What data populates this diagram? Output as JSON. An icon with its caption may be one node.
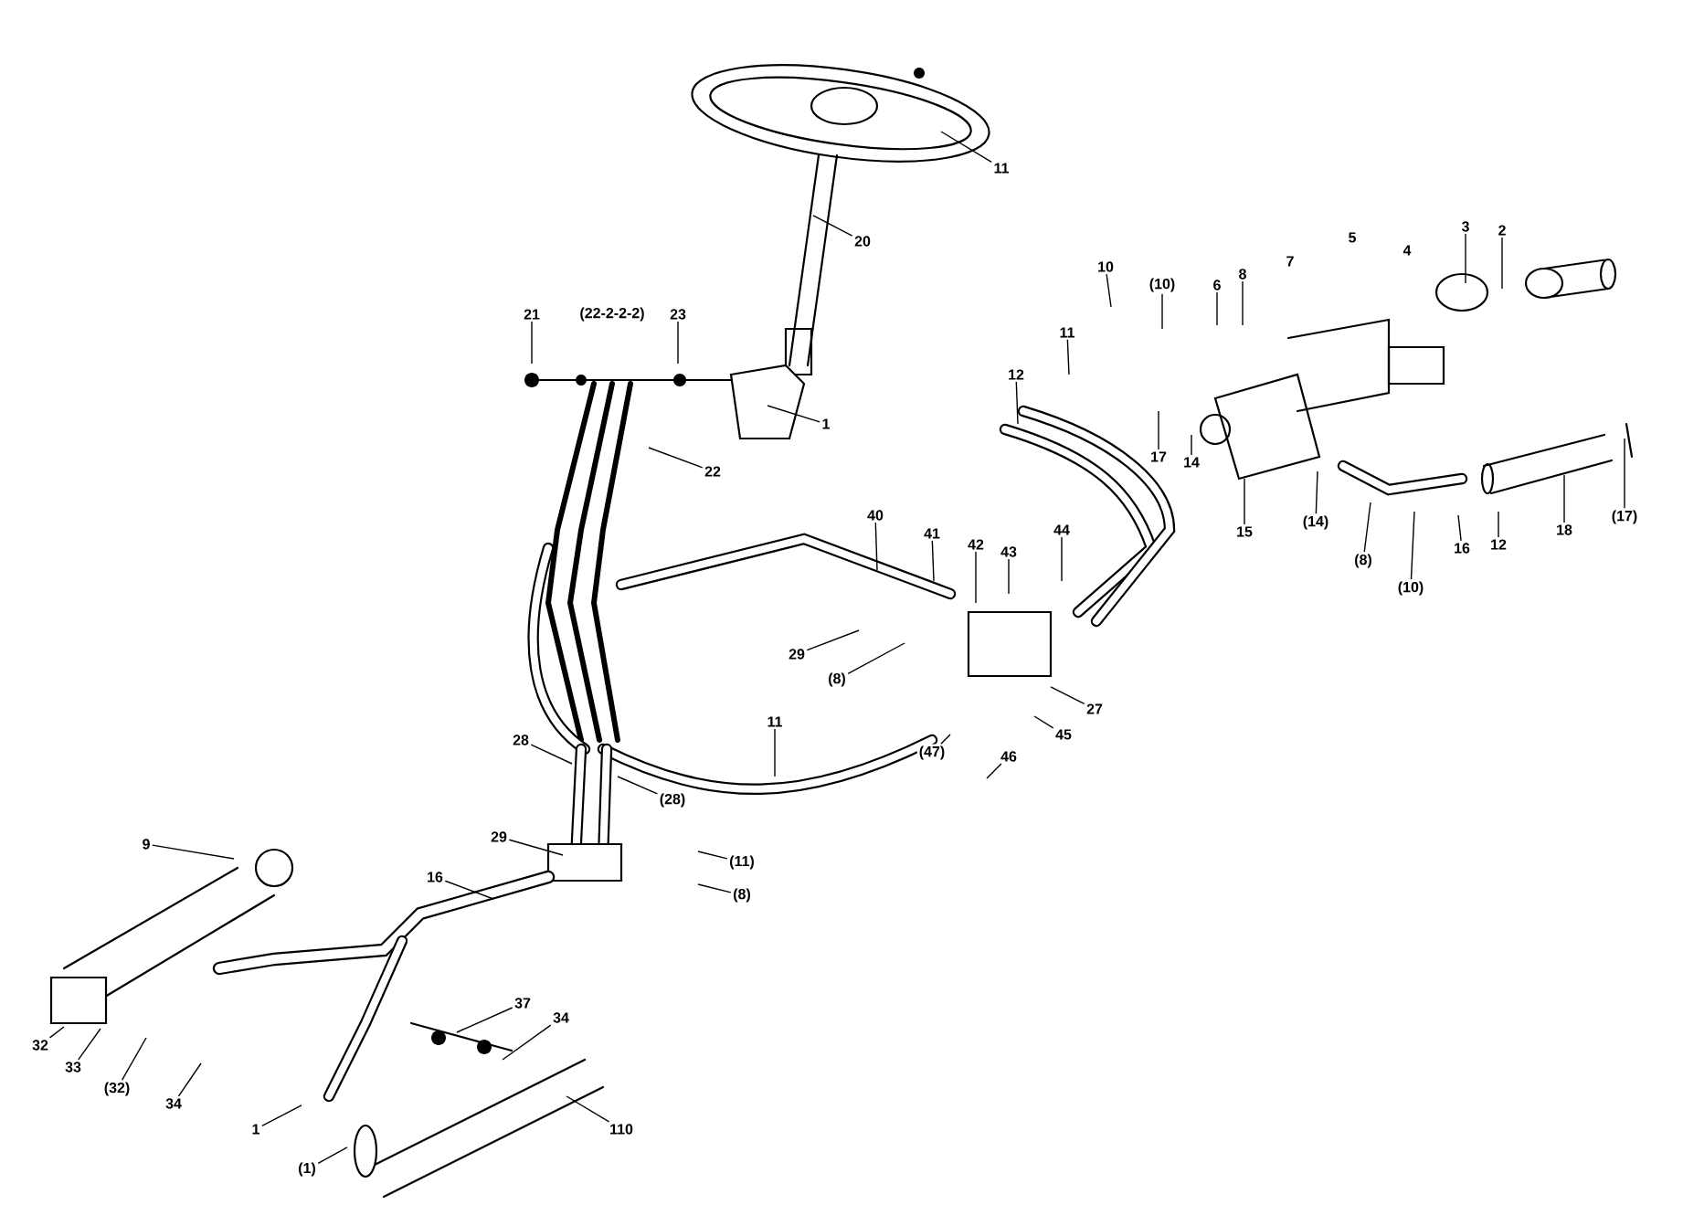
{
  "diagram": {
    "nodes": [
      {
        "text": [
          "11"
        ]
      },
      {
        "text": [
          "20"
        ]
      },
      {
        "text": [
          "21"
        ]
      },
      {
        "text": [
          "(22-2-2-2)"
        ]
      },
      {
        "text": [
          "23"
        ]
      },
      {
        "text": [
          "1"
        ]
      },
      {
        "text": [
          "22"
        ]
      },
      {
        "text": [
          "12"
        ]
      },
      {
        "text": [
          "11"
        ]
      },
      {
        "text": [
          "10"
        ]
      },
      {
        "text": [
          "(10)"
        ]
      },
      {
        "text": [
          "6"
        ]
      },
      {
        "text": [
          "8"
        ]
      },
      {
        "text": [
          "7"
        ]
      },
      {
        "text": [
          "5"
        ]
      },
      {
        "text": [
          "4"
        ]
      },
      {
        "text": [
          "3"
        ]
      },
      {
        "text": [
          "2"
        ]
      },
      {
        "text": [
          "17"
        ]
      },
      {
        "text": [
          "14"
        ]
      },
      {
        "text": [
          "15"
        ]
      },
      {
        "text": [
          "(14)"
        ]
      },
      {
        "text": [
          "(8)"
        ]
      },
      {
        "text": [
          "(10)"
        ]
      },
      {
        "text": [
          "16"
        ]
      },
      {
        "text": [
          "12"
        ]
      },
      {
        "text": [
          "18"
        ]
      },
      {
        "text": [
          "(17)"
        ]
      },
      {
        "text": [
          "44"
        ]
      },
      {
        "text": [
          "40"
        ]
      },
      {
        "text": [
          "41"
        ]
      },
      {
        "text": [
          "42"
        ]
      },
      {
        "text": [
          "43"
        ]
      },
      {
        "text": [
          "29"
        ]
      },
      {
        "text": [
          "(8)"
        ]
      },
      {
        "text": [
          "27"
        ]
      },
      {
        "text": [
          "45"
        ]
      },
      {
        "text": [
          "11"
        ]
      },
      {
        "text": [
          "(47)"
        ]
      },
      {
        "text": [
          "46"
        ]
      },
      {
        "text": [
          "28"
        ]
      },
      {
        "text": [
          "(28)"
        ]
      },
      {
        "text": [
          "29"
        ]
      },
      {
        "text": [
          "(11)"
        ]
      },
      {
        "text": [
          "(8)"
        ]
      },
      {
        "text": [
          "9"
        ]
      },
      {
        "text": [
          "16"
        ]
      },
      {
        "text": [
          "32"
        ]
      },
      {
        "text": [
          "33"
        ]
      },
      {
        "text": [
          "(32)"
        ]
      },
      {
        "text": [
          "34"
        ]
      },
      {
        "text": [
          "37"
        ]
      },
      {
        "text": [
          "34"
        ]
      },
      {
        "text": [
          "110"
        ]
      },
      {
        "text": [
          "1"
        ]
      },
      {
        "text": [
          "(1)"
        ]
      }
    ],
    "edges": [
      {
        "from": 0,
        "to": null,
        "arrow": "none"
      },
      {
        "from": 1,
        "to": null,
        "arrow": "none"
      },
      {
        "from": 2,
        "to": null,
        "arrow": "none"
      },
      {
        "from": 4,
        "to": null,
        "arrow": "none"
      },
      {
        "from": 5,
        "to": null,
        "arrow": "none"
      },
      {
        "from": 6,
        "to": null,
        "arrow": "none"
      },
      {
        "from": 7,
        "to": null,
        "arrow": "none"
      },
      {
        "from": 8,
        "to": null,
        "arrow": "none"
      },
      {
        "from": 9,
        "to": null,
        "arrow": "none"
      },
      {
        "from": 10,
        "to": null,
        "arrow": "none"
      },
      {
        "from": 11,
        "to": null,
        "arrow": "none"
      },
      {
        "from": 12,
        "to": null,
        "arrow": "none"
      },
      {
        "from": 16,
        "to": null,
        "arrow": "none"
      },
      {
        "from": 17,
        "to": null,
        "arrow": "none"
      },
      {
        "from": 18,
        "to": null,
        "arrow": "none"
      },
      {
        "from": 19,
        "to": null,
        "arrow": "none"
      },
      {
        "from": 20,
        "to": null,
        "arrow": "none"
      },
      {
        "from": 21,
        "to": null,
        "arrow": "none"
      },
      {
        "from": 22,
        "to": null,
        "arrow": "none"
      },
      {
        "from": 23,
        "to": null,
        "arrow": "none"
      },
      {
        "from": 24,
        "to": null,
        "arrow": "none"
      },
      {
        "from": 25,
        "to": null,
        "arrow": "none"
      },
      {
        "from": 26,
        "to": null,
        "arrow": "none"
      },
      {
        "from": 27,
        "to": null,
        "arrow": "none"
      },
      {
        "from": 28,
        "to": null,
        "arrow": "none"
      },
      {
        "from": 29,
        "to": null,
        "arrow": "none"
      },
      {
        "from": 30,
        "to": null,
        "arrow": "none"
      },
      {
        "from": 31,
        "to": null,
        "arrow": "none"
      },
      {
        "from": 32,
        "to": null,
        "arrow": "none"
      },
      {
        "from": 33,
        "to": null,
        "arrow": "none"
      },
      {
        "from": 34,
        "to": null,
        "arrow": "none"
      },
      {
        "from": 35,
        "to": null,
        "arrow": "none"
      },
      {
        "from": 36,
        "to": null,
        "arrow": "none"
      },
      {
        "from": 37,
        "to": null,
        "arrow": "none"
      },
      {
        "from": 38,
        "to": null,
        "arrow": "none"
      },
      {
        "from": 39,
        "to": null,
        "arrow": "none"
      },
      {
        "from": 40,
        "to": null,
        "arrow": "none"
      },
      {
        "from": 41,
        "to": null,
        "arrow": "none"
      },
      {
        "from": 42,
        "to": null,
        "arrow": "none"
      },
      {
        "from": 43,
        "to": null,
        "arrow": "none"
      },
      {
        "from": 44,
        "to": null,
        "arrow": "none"
      },
      {
        "from": 45,
        "to": null,
        "arrow": "none"
      },
      {
        "from": 46,
        "to": null,
        "arrow": "none"
      },
      {
        "from": 47,
        "to": null,
        "arrow": "none"
      },
      {
        "from": 48,
        "to": null,
        "arrow": "none"
      },
      {
        "from": 49,
        "to": null,
        "arrow": "none"
      },
      {
        "from": 50,
        "to": null,
        "arrow": "none"
      },
      {
        "from": 51,
        "to": null,
        "arrow": "none"
      },
      {
        "from": 52,
        "to": null,
        "arrow": "none"
      },
      {
        "from": 53,
        "to": null,
        "arrow": "none"
      },
      {
        "from": 54,
        "to": null,
        "arrow": "none"
      },
      {
        "from": 55,
        "to": null,
        "arrow": "none"
      }
    ]
  }
}
